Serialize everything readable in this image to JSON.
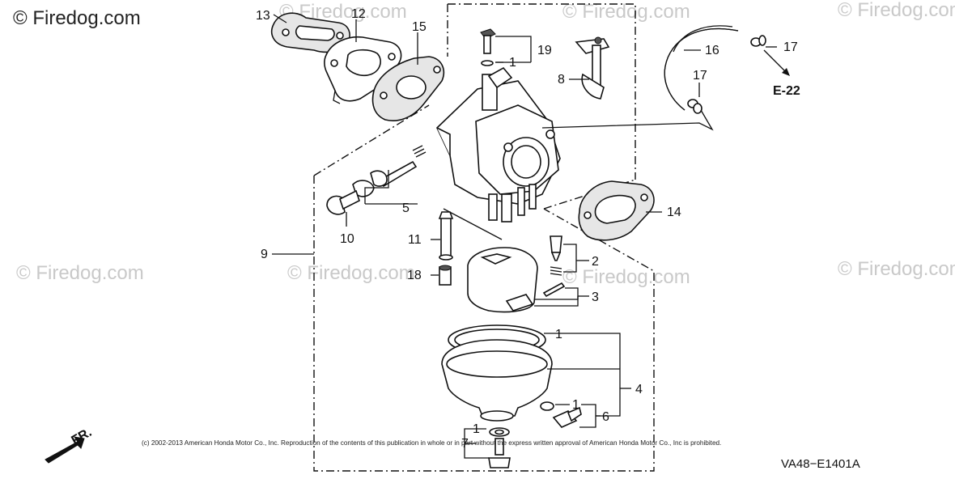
{
  "watermark": {
    "main": "© Firedog.com",
    "ghost": "© Firedog.com"
  },
  "callouts": {
    "c1": "1",
    "c1b": "1",
    "c1c": "1",
    "c1d": "1",
    "c2": "2",
    "c3": "3",
    "c4": "4",
    "c5": "5",
    "c6": "6",
    "c7": "7",
    "c8": "8",
    "c9": "9",
    "c10": "10",
    "c11": "11",
    "c12": "12",
    "c13": "13",
    "c14": "14",
    "c15": "15",
    "c16": "16",
    "c17a": "17",
    "c17b": "17",
    "c18": "18",
    "c19": "19"
  },
  "reference": "E-22",
  "direction": "FR.",
  "footer": "(c) 2002-2013 American Honda Motor Co., Inc. Reproduction of the contents of this publication in whole or in part without the express written approval of American Honda Motor Co., Inc is prohibited.",
  "diagram_code": "VA48−E1401A"
}
